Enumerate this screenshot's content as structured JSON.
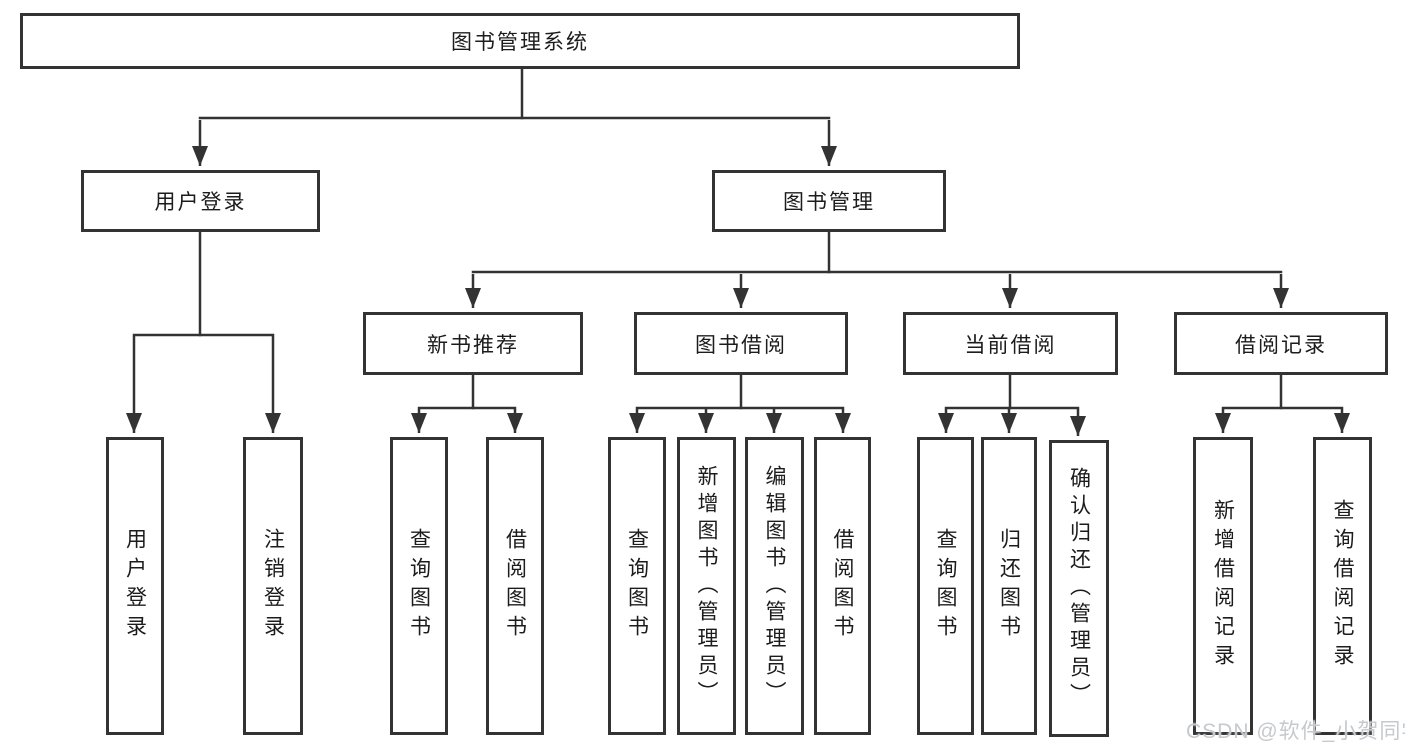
{
  "colors": {
    "line": "#333333",
    "box_border": "#333333",
    "box_fill": "#ffffff",
    "text": "#1c1c1c",
    "watermark_text_color": "#c6c9cd",
    "background": "#ffffff"
  },
  "watermark": {
    "text": "CSDN @软件_小贺同学"
  },
  "tree": {
    "root": {
      "label": "图书管理系统",
      "children": [
        {
          "label": "用户登录",
          "children": [
            {
              "label": "用户登录"
            },
            {
              "label": "注销登录"
            }
          ]
        },
        {
          "label": "图书管理",
          "children": [
            {
              "label": "新书推荐",
              "children": [
                {
                  "label": "查询图书"
                },
                {
                  "label": "借阅图书"
                }
              ]
            },
            {
              "label": "图书借阅",
              "children": [
                {
                  "label": "查询图书"
                },
                {
                  "label": "新增图书（管理员）"
                },
                {
                  "label": "编辑图书（管理员）"
                },
                {
                  "label": "借阅图书"
                }
              ]
            },
            {
              "label": "当前借阅",
              "children": [
                {
                  "label": "查询图书"
                },
                {
                  "label": "归还图书"
                },
                {
                  "label": "确认归还（管理员）"
                }
              ]
            },
            {
              "label": "借阅记录",
              "children": [
                {
                  "label": "新增借阅记录"
                },
                {
                  "label": "查询借阅记录"
                }
              ]
            }
          ]
        }
      ]
    }
  }
}
